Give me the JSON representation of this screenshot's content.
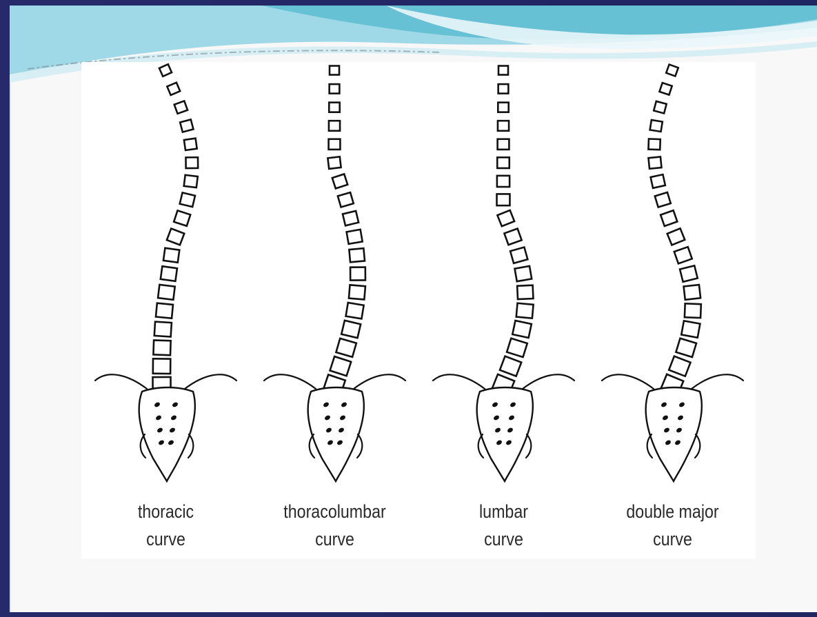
{
  "figures": [
    {
      "line1": "thoracic",
      "line2": "curve"
    },
    {
      "line1": "thoracolumbar",
      "line2": "curve"
    },
    {
      "line1": "lumbar",
      "line2": "curve"
    },
    {
      "line1": "double major",
      "line2": "curve"
    }
  ],
  "colors": {
    "slide_background": "#242a63",
    "panel": "#f7f8f7",
    "wave_light": "#a9dde9",
    "wave_teal": "#5bbccf",
    "line": "#111111"
  }
}
